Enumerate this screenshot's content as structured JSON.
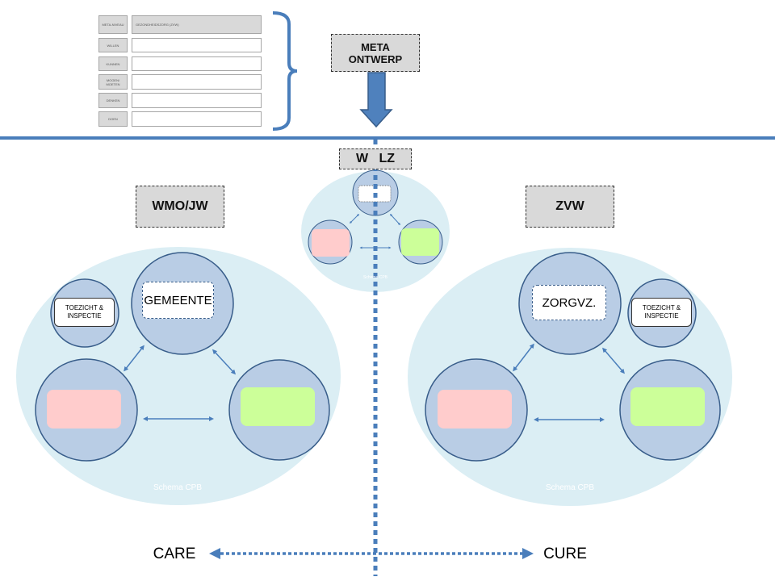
{
  "table": {
    "header": {
      "label": "META-NIVEAU",
      "value": "GEZONDHEIDSZORG (ZVW)"
    },
    "rows": [
      "WILLEN",
      "KUNNEN",
      "MOGEN/ MOETEN",
      "DENKEN",
      "DOEN"
    ]
  },
  "meta_box": "META ONTWERP",
  "wlz_box": "W   LZ",
  "left": {
    "title": "WMO/JW",
    "top_label": "GEMEENTE",
    "side_label": "TOEZICHT & INSPECTIE",
    "caption": "Schema CPB"
  },
  "right": {
    "title": "ZVW",
    "top_label": "ZORGVZ.",
    "side_label": "TOEZICHT & INSPECTIE",
    "caption": "Schema CPB"
  },
  "center": {
    "caption": "Schema CPB"
  },
  "axis": {
    "left": "CARE",
    "right": "CURE"
  },
  "colors": {
    "line": "#4a7ebb",
    "ellipse": "#dbeef4",
    "circle": "#b9cde5",
    "pink": "#ffcccc",
    "green": "#ccff99"
  }
}
